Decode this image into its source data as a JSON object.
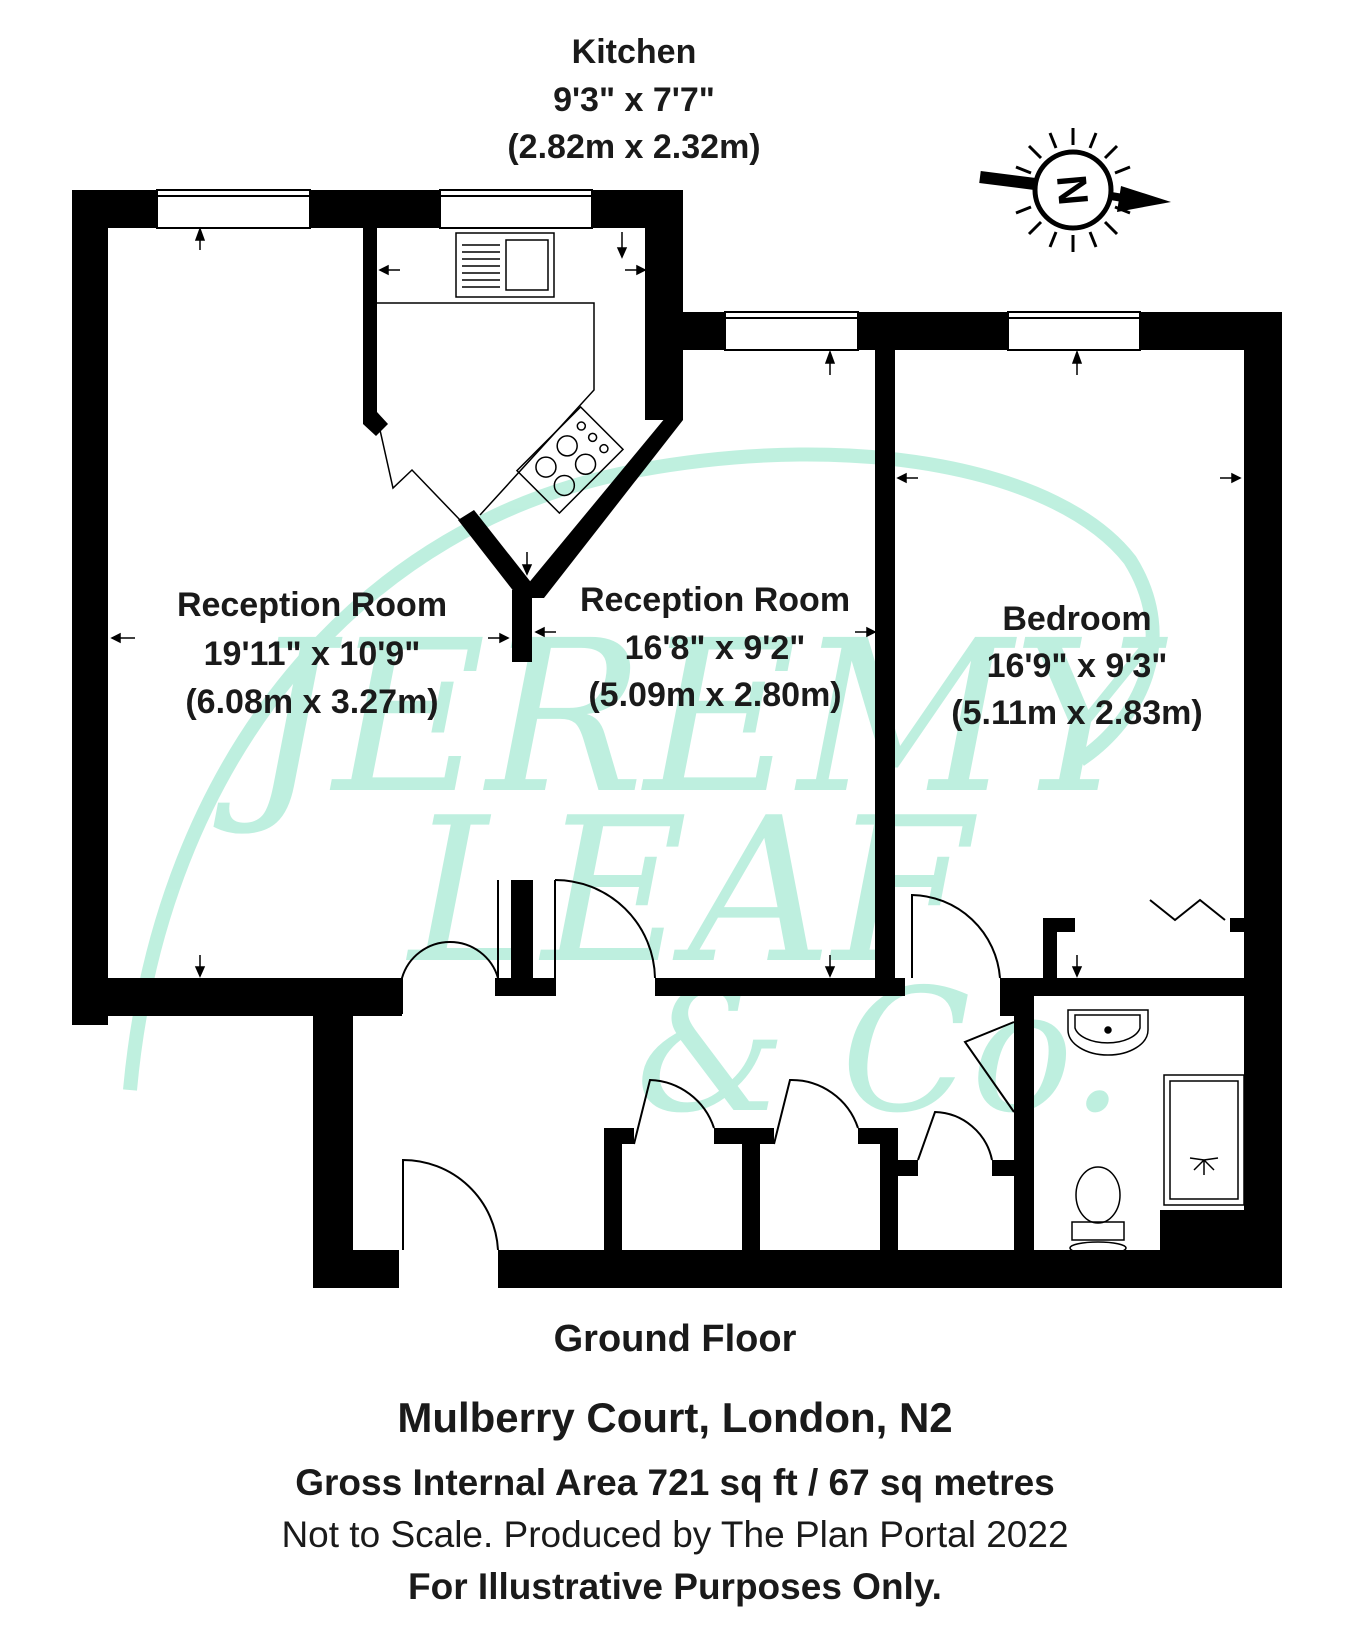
{
  "watermark": {
    "lines": [
      "JEREMY",
      "LEAF",
      "& Co."
    ],
    "color": "#b8eedc"
  },
  "colors": {
    "wall": "#000000",
    "text": "#1a1a1a",
    "background": "#ffffff"
  },
  "rooms": {
    "kitchen": {
      "name": "Kitchen",
      "imperial": "9'3\" x 7'7\"",
      "metric": "(2.82m x 2.32m)"
    },
    "reception_left": {
      "name": "Reception Room",
      "imperial": "19'11\" x 10'9\"",
      "metric": "(6.08m x 3.27m)"
    },
    "reception_right": {
      "name": "Reception Room",
      "imperial": "16'8\" x 9'2\"",
      "metric": "(5.09m x 2.80m)"
    },
    "bedroom": {
      "name": "Bedroom",
      "imperial": "16'9\" x 9'3\"",
      "metric": "(5.11m x 2.83m)"
    }
  },
  "compass": {
    "letter": "N",
    "icon": "compass-north-icon"
  },
  "footer": {
    "floor": "Ground Floor",
    "address": "Mulberry Court, London, N2",
    "area": "Gross Internal Area 721 sq ft / 67 sq metres",
    "disclaimer_1": "Not to Scale. Produced by The Plan Portal 2022",
    "disclaimer_2": "For Illustrative Purposes Only."
  }
}
